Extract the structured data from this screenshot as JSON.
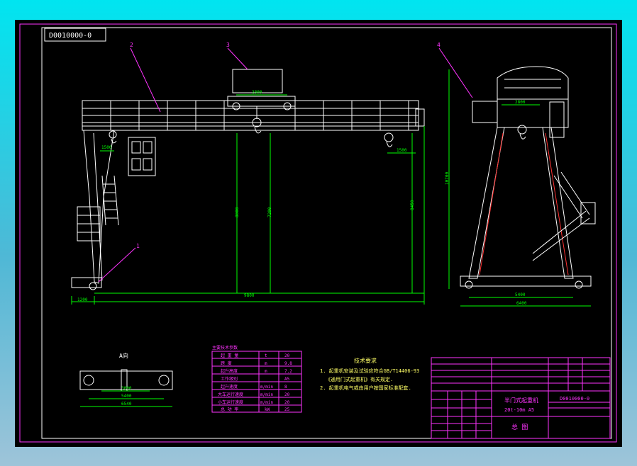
{
  "drawing": {
    "drawing_number_box": "D0010000-0",
    "part_callouts": [
      "1",
      "2",
      "3",
      "4"
    ],
    "dimensions": {
      "span": "9800",
      "hoist_spacing": "2800",
      "hoist_height": "8000",
      "lift_height": "7200",
      "leg_height": "8450",
      "left_offset": "1200",
      "left_cantilever": "1500",
      "right_cantilever": "1500",
      "side_top_width": "2800",
      "side_height": "10700",
      "side_base_inner": "5400",
      "side_base_outer": "6400",
      "plan_inner": "3000",
      "plan_mid": "5400",
      "plan_outer": "6540"
    },
    "plan_view_label": "A向",
    "spec_table": {
      "title": "主要技术参数",
      "rows": [
        [
          "起 重 量",
          "t",
          "20"
        ],
        [
          "跨 度",
          "m",
          "9.8"
        ],
        [
          "起升高度",
          "m",
          "7.2"
        ],
        [
          "工作级别",
          "",
          "A5"
        ],
        [
          "起升速度",
          "m/min",
          "8"
        ],
        [
          "大车运行速度",
          "m/min",
          "20"
        ],
        [
          "小车运行速度",
          "m/min",
          "20"
        ],
        [
          "总 功 率",
          "kW",
          "25"
        ]
      ]
    },
    "tech_requirements": {
      "title": "技术要求",
      "lines": [
        "1. 起重机安装及试验应符合GB/T14406-93",
        "《通用门式起重机》有关规定.",
        "2. 起重机电气或由用户按国家标准配套."
      ]
    },
    "title_block": {
      "product_name": "半门式起重机",
      "model": "20t-10m A5",
      "drawing_title": "总 图",
      "drawing_number": "D0010000-0"
    },
    "colors": {
      "sheet": "#000000",
      "outline": "#ffffff",
      "dimension": "#00ff00",
      "callout": "#ff33ff",
      "text": "#ffff66",
      "table": "#ff33ff"
    }
  }
}
